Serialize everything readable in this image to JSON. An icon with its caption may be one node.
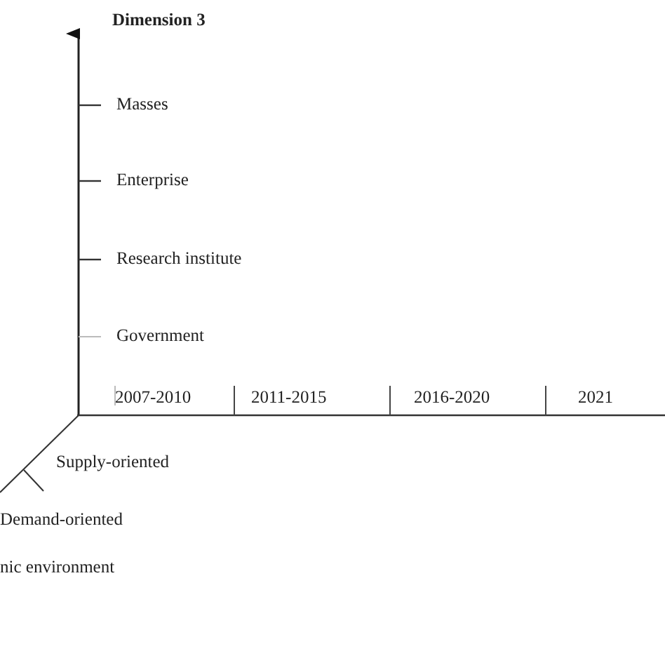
{
  "diagram": {
    "labels": [
      "Dimension 3",
      "Masses",
      "Enterprise",
      "Research institute",
      "Government",
      "2007-2010",
      "2011-2015",
      "2016-2020",
      "2021",
      "Supply-oriented",
      "Demand-oriented",
      "nic environment"
    ]
  }
}
